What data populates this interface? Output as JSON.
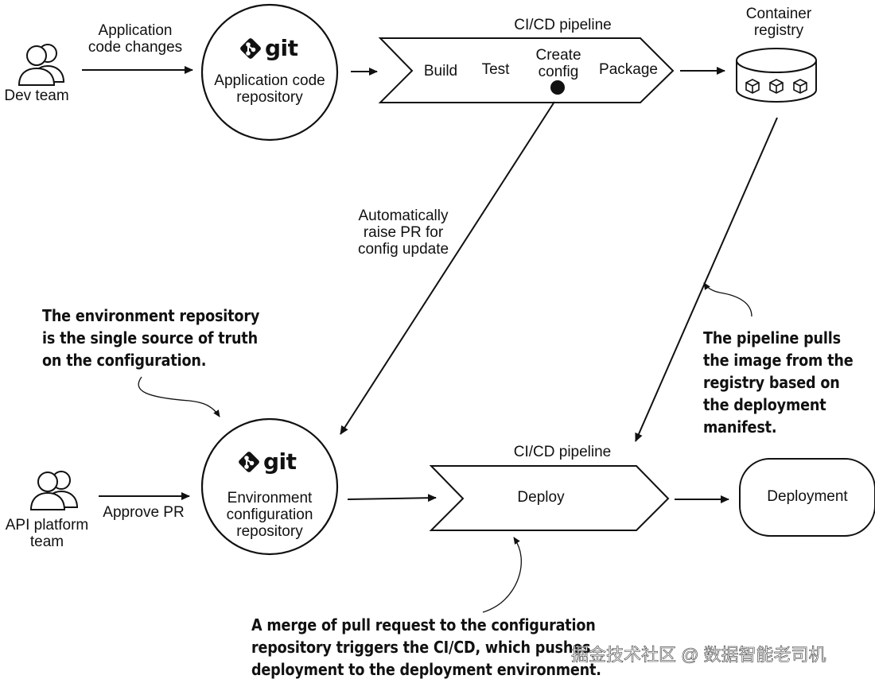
{
  "actors": {
    "dev_team": "Dev team",
    "api_platform_team": "API platform\nteam"
  },
  "edges": {
    "app_code_changes": "Application\ncode changes",
    "approve_pr": "Approve PR",
    "auto_raise_pr": "Automatically\nraise PR for\nconfig update"
  },
  "repos": {
    "git_logo": "git",
    "app_repo": "Application code\nrepository",
    "env_repo": "Environment\nconfiguration\nrepository"
  },
  "pipeline_top": {
    "title": "CI/CD pipeline",
    "stages": [
      "Build",
      "Test",
      "Create\nconfig",
      "Package"
    ]
  },
  "registry": {
    "label": "Container\nregistry"
  },
  "pipeline_bottom": {
    "title": "CI/CD pipeline",
    "stage": "Deploy"
  },
  "deployment": "Deployment",
  "notes": {
    "env_repo_note": "The environment repository\nis the single source of truth\non the configuration.",
    "pull_note": "The pipeline pulls\nthe image from the\nregistry based on\nthe deployment\nmanifest.",
    "merge_note": "A merge of pull request to the configuration\nrepository triggers the CI/CD, which pushes\ndeployment to the deployment environment."
  },
  "watermark": "掘金技术社区 @ 数据智能老司机"
}
